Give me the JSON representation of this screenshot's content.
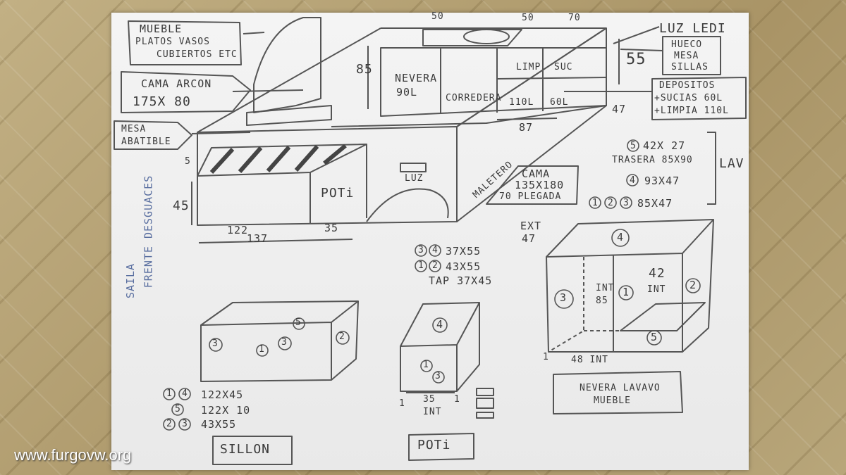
{
  "labels": {
    "mueble": "MUEBLE",
    "platos": "PLATOS VASOS",
    "cubiertos": "CUBIERTOS ETC",
    "cama_arcon": "CAMA ARCON",
    "cama_arcon_dim": "175X 80",
    "mesa": "MESA",
    "abatible": "ABATIBLE",
    "luz_led_top": "LUZ LEDI",
    "hueco": "HUECO",
    "mesa2": "MESA",
    "sillas": "SILLAS",
    "depositos": "DEPOSITOS",
    "sucias": "+SUCIAS 60L",
    "limpia": "+LIMPIA 110L",
    "nevera": "NEVERA",
    "nevera_l": "90L",
    "corredera": "CORREDERA",
    "limp": "LIMP",
    "suc": "SUC",
    "l110": "110L",
    "l60": "60L",
    "maletero": "MALETERO",
    "cama": "CAMA",
    "cama_dim": "135X180",
    "plegada": "70 PLEGADA",
    "luz": "LUZ",
    "poti_side": "POTi",
    "saila": "SAILA",
    "frente": "FRENTE DESGUACES",
    "lav": "LAV",
    "ext": "EXT",
    "int": "INT",
    "nevera_lavavo": "NEVERA LAVAVO",
    "mueble2": "MUEBLE",
    "sillon": "SILLON",
    "poti": "POTi"
  },
  "dims": {
    "d50a": "50",
    "d50b": "50",
    "d70": "70",
    "d85": "85",
    "d55": "55",
    "d47": "47",
    "d87": "87",
    "d5": "5",
    "d45": "45",
    "d122": "122",
    "d35": "35",
    "d137": "137",
    "d47ext": "47",
    "d85int": "85",
    "d42int": "42",
    "d48int": "48 INT",
    "d35int": "35",
    "d1a": "1",
    "d1b": "1",
    "d1c": "1"
  },
  "lists": {
    "lav": [
      "42X 27",
      "TRASERA 85X90",
      "93X47",
      "85X47"
    ],
    "lav_nums": [
      "5",
      "4",
      "1",
      "2",
      "3"
    ],
    "poti": [
      "37X55",
      "43X55",
      "TAP 37X45"
    ],
    "poti_nums": [
      "3",
      "4",
      "1",
      "2"
    ],
    "sillon": [
      "122X45",
      "122X 10",
      "43X55"
    ],
    "sillon_nums": [
      "1",
      "4",
      "5",
      "2",
      "3"
    ]
  },
  "box_nums": {
    "sillon": [
      "1",
      "2",
      "3",
      "3",
      "5"
    ],
    "poti": [
      "4",
      "1",
      "3"
    ],
    "lavavo": [
      "4",
      "3",
      "1",
      "2",
      "5"
    ]
  },
  "watermark": "www.furgovw.org"
}
